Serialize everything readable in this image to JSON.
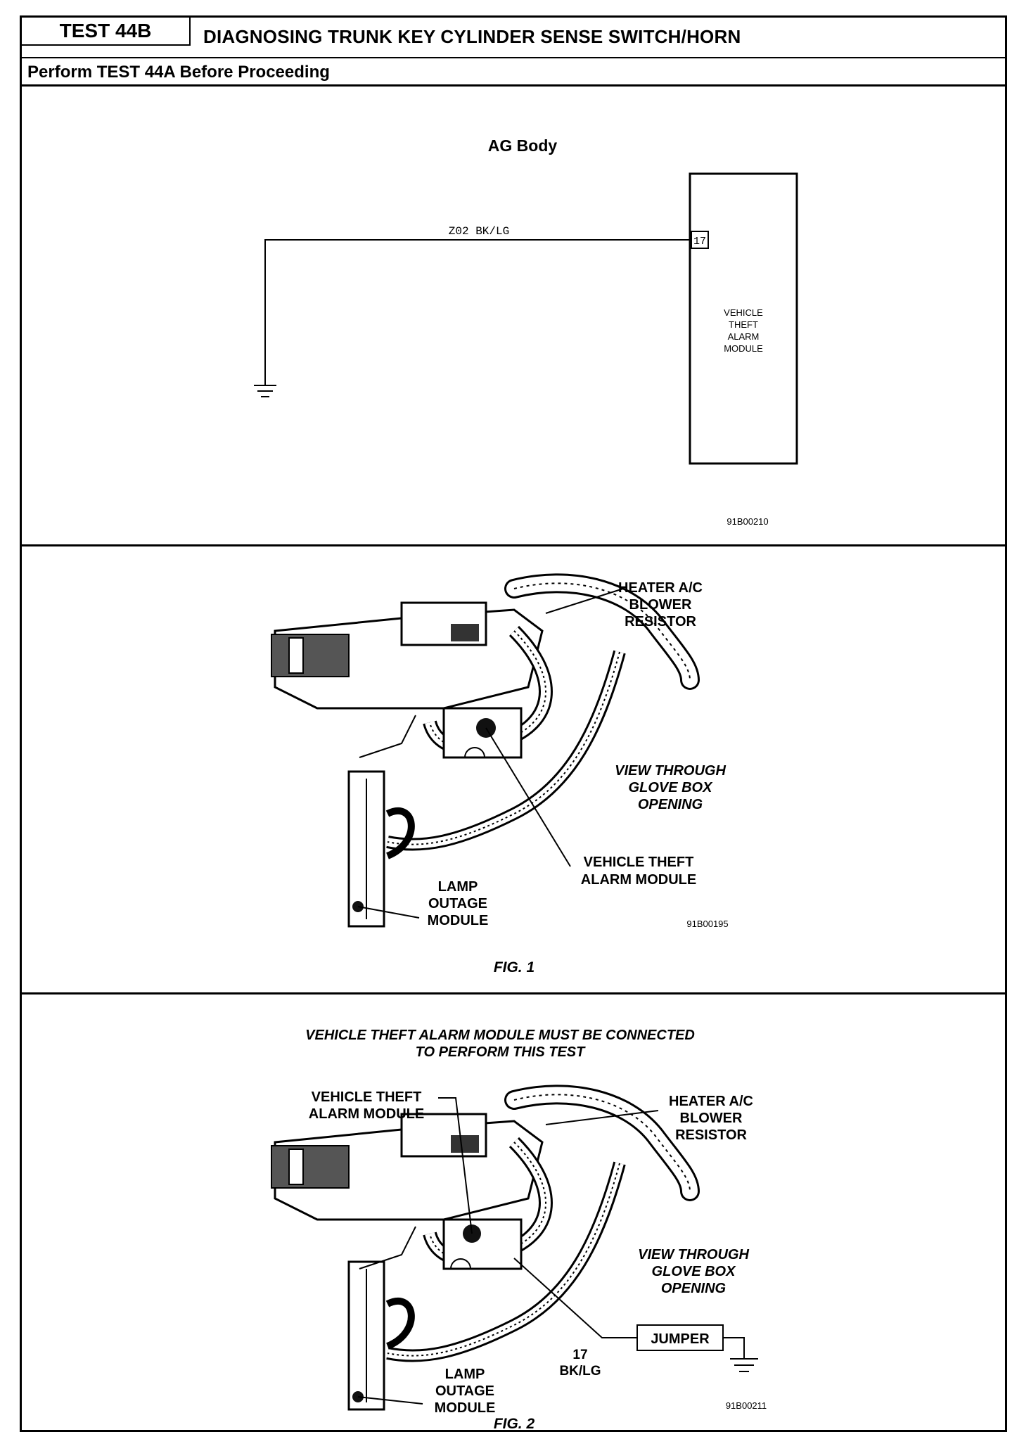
{
  "header": {
    "test_number": "TEST 44B",
    "title": "DIAGNOSING TRUNK KEY CYLINDER SENSE SWITCH/HORN",
    "subtitle": "Perform TEST 44A Before Proceeding"
  },
  "schematic": {
    "body_label": "AG Body",
    "wire_label": "Z02 BK/LG",
    "pin": "17",
    "module_label": [
      "VEHICLE",
      "THEFT",
      "ALARM",
      "MODULE"
    ],
    "figure_code": "91B00210"
  },
  "fig1": {
    "callouts": {
      "heater": [
        "HEATER A/C",
        "BLOWER",
        "RESISTOR"
      ],
      "view": [
        "VIEW THROUGH",
        "GLOVE BOX",
        "OPENING"
      ],
      "vtam": [
        "VEHICLE THEFT",
        "ALARM MODULE"
      ],
      "lamp": [
        "LAMP",
        "OUTAGE",
        "MODULE"
      ]
    },
    "figure_code": "91B00195",
    "caption": "FIG. 1"
  },
  "fig2": {
    "note": [
      "VEHICLE THEFT ALARM MODULE MUST BE CONNECTED",
      "TO PERFORM THIS TEST"
    ],
    "callouts": {
      "vtam": [
        "VEHICLE THEFT",
        "ALARM MODULE"
      ],
      "heater": [
        "HEATER A/C",
        "BLOWER",
        "RESISTOR"
      ],
      "view": [
        "VIEW THROUGH",
        "GLOVE BOX",
        "OPENING"
      ],
      "pin": [
        "17",
        "BK/LG"
      ],
      "jumper": "JUMPER",
      "lamp": [
        "LAMP",
        "OUTAGE",
        "MODULE"
      ]
    },
    "figure_code": "91B00211",
    "caption": "FIG. 2"
  }
}
